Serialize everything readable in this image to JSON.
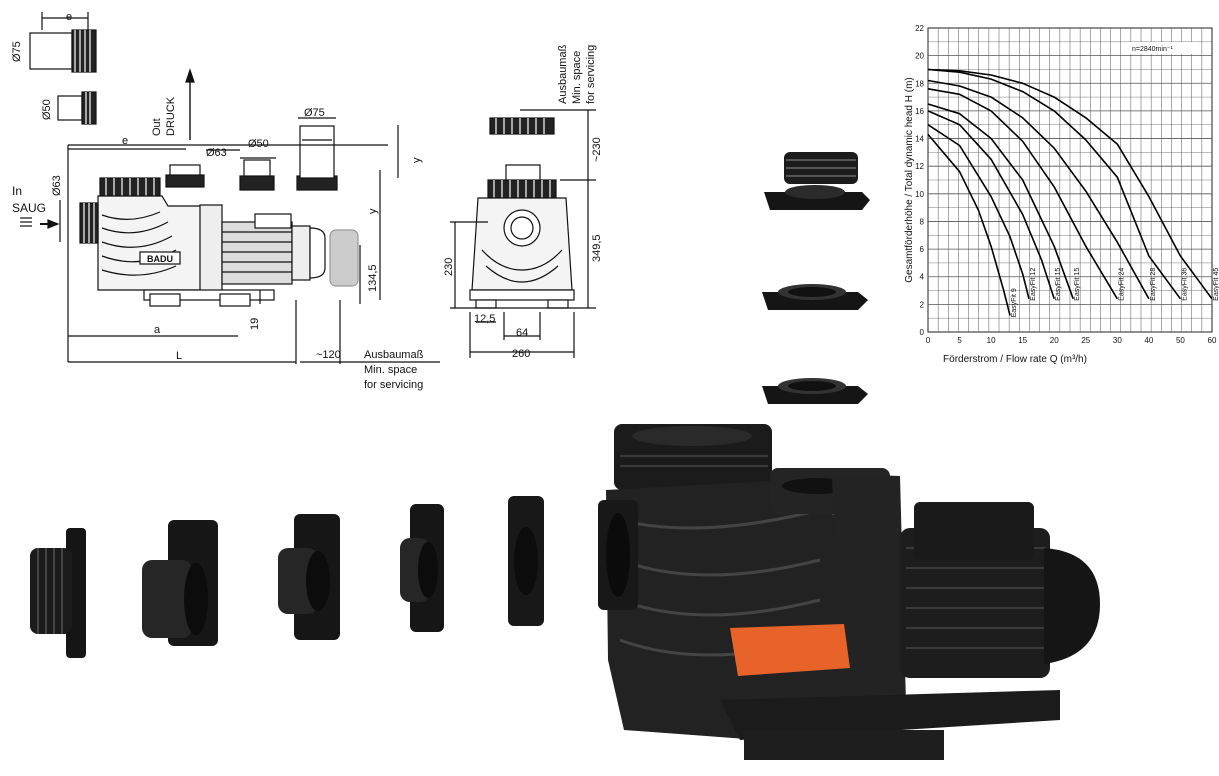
{
  "drawing": {
    "side_view": {
      "dim_e_top": "e",
      "dim_d75_top": "Ø75",
      "dim_d50_top": "Ø50",
      "out_label": "Out",
      "druck_label": "DRUCK",
      "in_label": "In",
      "saug_label": "SAUG",
      "dim_d63_left": "Ø63",
      "dim_e": "e",
      "dim_d63": "Ø63",
      "dim_d50": "Ø50",
      "dim_d75": "Ø75",
      "dim_y_top": "y",
      "dim_y": "y",
      "dim_134_5": "134,5",
      "dim_19": "19",
      "dim_a": "a",
      "dim_L": "L",
      "dim_120": "~120",
      "service_de": "Ausbaumaß",
      "service_en_1": "Min. space",
      "service_en_2": "for servicing",
      "nameplate": "BADU"
    },
    "front_view": {
      "service_de": "Ausbaumaß",
      "service_en_1": "Min. space",
      "service_en_2": "for servicing",
      "dim_230_top": "~230",
      "dim_230": "230",
      "dim_349_5": "349,5",
      "dim_12_5": "12,5",
      "dim_64": "64",
      "dim_260": "260"
    }
  },
  "chart_data": {
    "type": "line",
    "title": "",
    "annotation": "n=2840min⁻¹",
    "xlabel": "Förderstrom / Flow rate Q (m³/h)",
    "ylabel": "Gesamtförderhöhe / Total dynamic head H (m)",
    "xlim": [
      0,
      60
    ],
    "ylim": [
      0,
      22
    ],
    "x_ticks": [
      "0",
      "5",
      "10",
      "15",
      "20",
      "25",
      "30",
      "40",
      "50",
      "60"
    ],
    "x_tick_values": [
      0,
      5,
      10,
      15,
      20,
      25,
      30,
      40,
      50,
      60
    ],
    "y_ticks": [
      "0",
      "2",
      "4",
      "6",
      "8",
      "10",
      "12",
      "14",
      "16",
      "18",
      "20",
      "22"
    ],
    "y_tick_values": [
      0,
      2,
      4,
      6,
      8,
      10,
      12,
      14,
      16,
      18,
      20,
      22
    ],
    "series": [
      {
        "name": "EasyFit 9",
        "x": [
          0,
          5,
          8,
          10,
          12,
          13
        ],
        "y": [
          14.3,
          11.6,
          8.8,
          6.2,
          3.0,
          1.2
        ]
      },
      {
        "name": "EasyFit 12",
        "x": [
          0,
          5,
          10,
          13,
          15,
          16
        ],
        "y": [
          15,
          13.5,
          9.8,
          6.9,
          4.2,
          2.4
        ]
      },
      {
        "name": "EasyFit 15",
        "x": [
          0,
          5,
          10,
          15,
          18,
          20
        ],
        "y": [
          16,
          15,
          12.5,
          8.5,
          5.2,
          2.4
        ]
      },
      {
        "name": "EasyFit 15",
        "x": [
          0,
          5,
          10,
          15,
          20,
          23
        ],
        "y": [
          16.5,
          15.8,
          14,
          11,
          6.2,
          2.4
        ]
      },
      {
        "name": "EasyFit 24",
        "x": [
          0,
          5,
          10,
          15,
          20,
          25,
          30
        ],
        "y": [
          17.6,
          17.2,
          16,
          13.8,
          10.5,
          6.2,
          2.4
        ]
      },
      {
        "name": "EasyFit 28",
        "x": [
          0,
          5,
          10,
          15,
          20,
          25,
          30,
          40
        ],
        "y": [
          18.2,
          17.8,
          17,
          15.5,
          13.3,
          10.2,
          6.5,
          2.4
        ]
      },
      {
        "name": "EasyFit 36",
        "x": [
          0,
          5,
          10,
          15,
          20,
          25,
          30,
          40,
          50
        ],
        "y": [
          19,
          18.8,
          18.3,
          17.4,
          16,
          13.9,
          11.2,
          5.5,
          2.4
        ]
      },
      {
        "name": "EasyFit 45",
        "x": [
          0,
          5,
          10,
          15,
          20,
          25,
          30,
          40,
          50,
          60
        ],
        "y": [
          19,
          18.9,
          18.6,
          18.0,
          17.0,
          15.5,
          13.6,
          9.8,
          5.5,
          2.4
        ]
      }
    ],
    "grid": true,
    "legend": "labels on curves"
  }
}
